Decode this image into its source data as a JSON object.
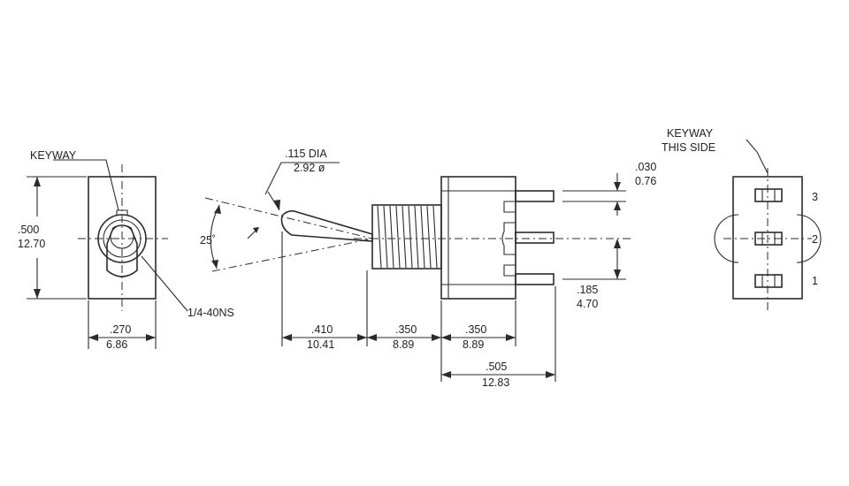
{
  "labels": {
    "keyway_left": "KEYWAY",
    "keyway_right_1": "KEYWAY",
    "keyway_right_2": "THIS SIDE",
    "thread": "1/4-40NS",
    "dia_1": ".115 DIA",
    "dia_2": "2.92  ø",
    "angle": "25˚",
    "pin_3": "3",
    "pin_2": "2",
    "pin_1": "1"
  },
  "dimensions": {
    "height": {
      "in": ".500",
      "mm": "12.70"
    },
    "width": {
      "in": ".270",
      "mm": "6.86"
    },
    "lever": {
      "in": ".410",
      "mm": "10.41"
    },
    "bushing": {
      "in": ".350",
      "mm": "8.89"
    },
    "body": {
      "in": ".350",
      "mm": "8.89"
    },
    "overall": {
      "in": ".505",
      "mm": "12.83"
    },
    "pin_thick": {
      "in": ".030",
      "mm": "0.76"
    },
    "pin_pitch": {
      "in": ".185",
      "mm": "4.70"
    }
  }
}
